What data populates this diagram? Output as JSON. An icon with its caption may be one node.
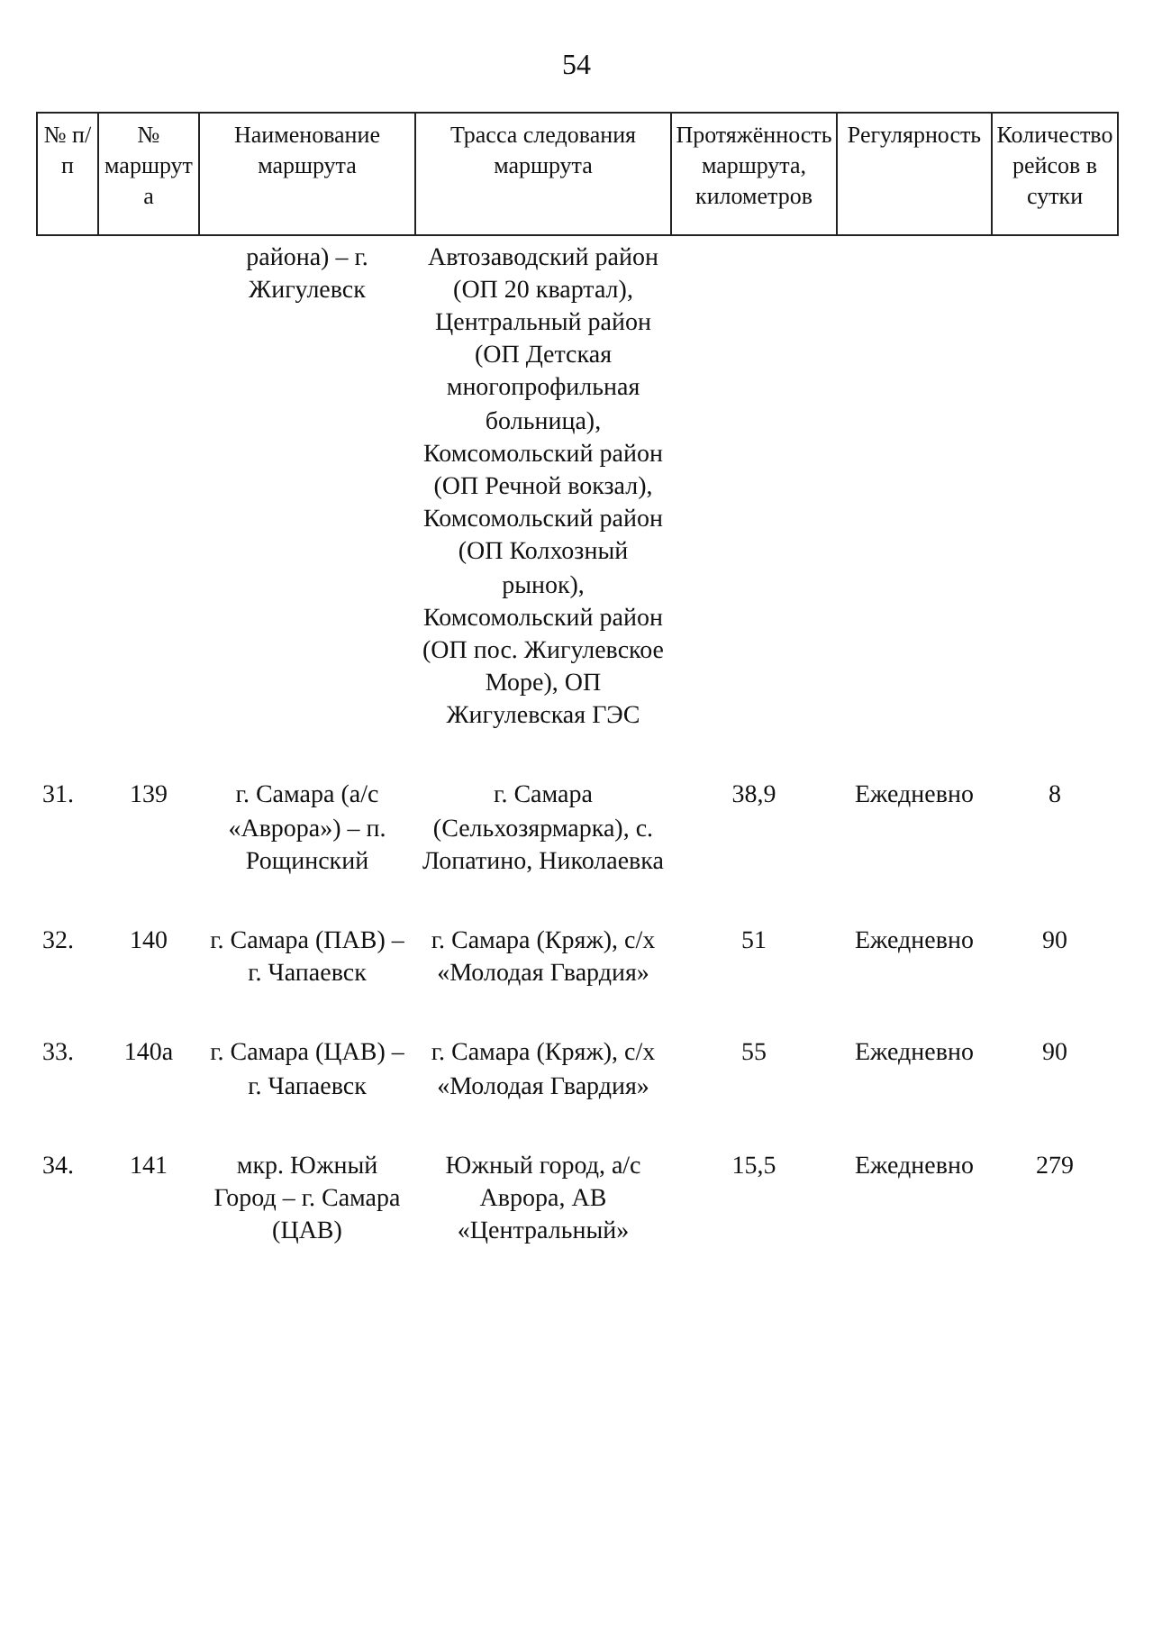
{
  "diagram": {
    "labels": [
      "54",
      "№ п/п",
      "№ маршрута",
      "Наименование маршрута",
      "Трасса следования маршрута",
      "Протяжённость маршрута, километров",
      "Регулярность",
      "Количество рейсов в сутки",
      "района) – г. Жигулевск",
      "Автозаводский район (ОП 20 квартал), Центральный район (ОП Детская многопрофильная больница), Комсомольский район (ОП Речной вокзал), Комсомольский район (ОП Колхозный рынок), Комсомольский район (ОП пос. Жигулевское Море), ОП Жигулевская ГЭС",
      "31.",
      "139",
      "г. Самара (а/с «Аврора») – п. Рощинский",
      "г. Самара (Сельхозярмарка), с. Лопатино, Николаевка",
      "38,9",
      "Ежедневно",
      "8",
      "32.",
      "140",
      "г. Самара (ПАВ) – г. Чапаевск",
      "г. Самара (Кряж), с/х «Молодая Гвардия»",
      "51",
      "Ежедневно",
      "90",
      "33.",
      "140а",
      "г. Самара (ЦАВ) – г. Чапаевск",
      "г. Самара (Кряж), с/х «Молодая Гвардия»",
      "55",
      "Ежедневно",
      "90",
      "34.",
      "141",
      "мкр. Южный Город – г. Самара (ЦАВ)",
      "Южный город, а/с Аврора, АВ «Центральный»",
      "15,5",
      "Ежедневно",
      "279"
    ]
  }
}
